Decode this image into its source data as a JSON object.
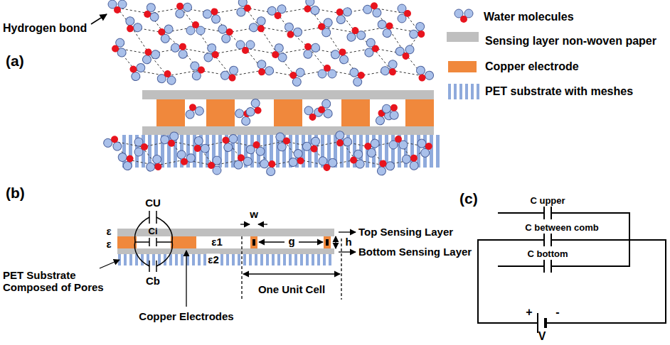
{
  "diagram": {
    "labels": [
      "(a)",
      "Hydrogen bond",
      "(b)",
      "CU",
      "Ci",
      "Cb",
      "ε",
      "ε",
      "w",
      "ε1",
      "g",
      "h",
      "ε2",
      "Top Sensing Layer",
      "Bottom Sensing Layer",
      "PET Substrate Composed of Pores",
      "Copper Electrodes",
      "One Unit Cell",
      "(c)",
      "C upper",
      "C between comb",
      "C bottom",
      "+",
      "-",
      "V"
    ],
    "legend": [
      {
        "text": "Water molecules"
      },
      {
        "text": "Sensing layer non-woven paper",
        "color": "#bfbfbf"
      },
      {
        "text": "Copper electrode",
        "color": "#f0883c"
      },
      {
        "text": "PET substrate with meshes"
      }
    ]
  }
}
